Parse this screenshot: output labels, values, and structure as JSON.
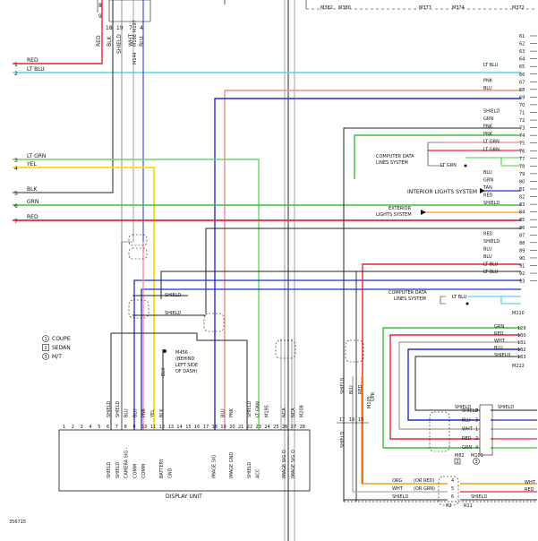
{
  "top_pins": [
    "8",
    "9"
  ],
  "top_wire_labels": [
    {
      "text": "RED"
    },
    {
      "text": "BLK"
    },
    {
      "text": "SHIELD"
    },
    {
      "text": "WHT"
    },
    {
      "text": "BLU"
    },
    {
      "text": "M197"
    },
    {
      "text": "M198"
    },
    {
      "text": "M144"
    }
  ],
  "top_connector_pins": [
    "18",
    "19",
    "7",
    "4"
  ],
  "top_right_connectors": [
    "M382",
    "M380",
    "M377",
    "M374",
    "M372"
  ],
  "left_pins": [
    {
      "num": "1",
      "label": "RED"
    },
    {
      "num": "2",
      "label": "LT BLU"
    },
    {
      "num": "3",
      "label": "LT GRN"
    },
    {
      "num": "4",
      "label": "YEL"
    },
    {
      "num": "5",
      "label": "BLK"
    },
    {
      "num": "6",
      "label": "GRN"
    },
    {
      "num": "7",
      "label": "RED"
    }
  ],
  "right_pins": [
    {
      "num": "61",
      "label": ""
    },
    {
      "num": "62",
      "label": ""
    },
    {
      "num": "63",
      "label": ""
    },
    {
      "num": "64",
      "label": ""
    },
    {
      "num": "65",
      "label": "LT BLU"
    },
    {
      "num": "66",
      "label": ""
    },
    {
      "num": "67",
      "label": "PNK"
    },
    {
      "num": "68",
      "label": "BLU"
    },
    {
      "num": "69",
      "label": ""
    },
    {
      "num": "70",
      "label": ""
    },
    {
      "num": "71",
      "label": "SHIELD"
    },
    {
      "num": "72",
      "label": "GRN"
    },
    {
      "num": "73",
      "label": "PNK"
    },
    {
      "num": "74",
      "label": "PNK"
    },
    {
      "num": "75",
      "label": "LT GRN"
    },
    {
      "num": "76",
      "label": "LT GRN"
    },
    {
      "num": "77",
      "label": ""
    },
    {
      "num": "78",
      "label": ""
    },
    {
      "num": "79",
      "label": "BLU"
    },
    {
      "num": "80",
      "label": "GRN"
    },
    {
      "num": "81",
      "label": "TAN"
    },
    {
      "num": "82",
      "label": "RED"
    },
    {
      "num": "83",
      "label": "SHIELD"
    },
    {
      "num": "84",
      "label": ""
    },
    {
      "num": "85",
      "label": ""
    },
    {
      "num": "86",
      "label": ""
    },
    {
      "num": "87",
      "label": "RED"
    },
    {
      "num": "88",
      "label": "SHIELD"
    },
    {
      "num": "89",
      "label": "BLU"
    },
    {
      "num": "90",
      "label": "BLU"
    },
    {
      "num": "91",
      "label": "LT BLU"
    },
    {
      "num": "92",
      "label": "LT BLU"
    },
    {
      "num": "93",
      "label": ""
    }
  ],
  "right_pins_lower": [
    {
      "num": "129",
      "label": "GRN"
    },
    {
      "num": "130",
      "label": "RED"
    },
    {
      "num": "131",
      "label": "WHT"
    },
    {
      "num": "132",
      "label": "BLU"
    },
    {
      "num": "133",
      "label": "SHIELD"
    }
  ],
  "systems": {
    "computer_data_1": "COMPUTER DATA LINES SYSTEM",
    "computer_data_1a": "COMPUTER DATA",
    "computer_data_1b": "LINES SYSTEM",
    "interior_lights": "INTERIOR LIGHTS SYSTEM",
    "exterior_1": "EXTERIOR",
    "exterior_2": "LIGHTS SYSTEM",
    "computer_data_2a": "COMPUTER DATA",
    "computer_data_2b": "LINES SYSTEM"
  },
  "lt_grn_label": "LT GRN",
  "lt_blu_label": "LT BLU",
  "connector_m210": "M210",
  "connector_m212": "M212",
  "legend": [
    {
      "sym": "1",
      "text": "COUPE"
    },
    {
      "sym": "2",
      "text": "SEDAN"
    },
    {
      "sym": "3",
      "text": "M/T"
    }
  ],
  "shield_labels": [
    "SHIELD",
    "SHIELD"
  ],
  "ground_note": [
    "M456",
    "(BEHIND",
    "LEFT SIDE",
    "OF DASH)"
  ],
  "ground_wire": "BLK",
  "display_unit": {
    "name": "DISPLAY UNIT",
    "pins": [
      "1",
      "2",
      "3",
      "4",
      "5",
      "6",
      "7",
      "8",
      "9",
      "10",
      "11",
      "12",
      "13",
      "14",
      "15",
      "16",
      "17",
      "18",
      "19",
      "20",
      "21",
      "22",
      "23",
      "24",
      "25",
      "26",
      "27",
      "28"
    ],
    "wire_labels": [
      {
        "text": "SHIELD"
      },
      {
        "text": "SHIELD"
      },
      {
        "text": "BLU"
      },
      {
        "text": "BLU"
      },
      {
        "text": "BLK"
      },
      {
        "text": "BLU"
      },
      {
        "text": "PNK"
      },
      {
        "text": "SHIELD"
      },
      {
        "text": "LT GRN"
      },
      {
        "text": "NCA"
      },
      {
        "text": "NCA"
      },
      {
        "text": "M195"
      },
      {
        "text": "M208"
      },
      {
        "text": "YEL"
      },
      {
        "text": "PNK"
      }
    ],
    "functions": [
      {
        "text": "SHIELD"
      },
      {
        "text": "SHIELD"
      },
      {
        "text": "CAMERA SIG -"
      },
      {
        "text": "COMM"
      },
      {
        "text": "COMM"
      },
      {
        "text": "BATTERY"
      },
      {
        "text": "GND"
      },
      {
        "text": "IMAGE SIG"
      },
      {
        "text": "IMAGE GND"
      },
      {
        "text": "SHIELD"
      },
      {
        "text": "ACC"
      },
      {
        "text": "IMAGE SIG O"
      },
      {
        "text": "IMAGE SIG O"
      }
    ]
  },
  "m105_labels": [
    "SHIELD",
    "BLU",
    "RED",
    "M105"
  ],
  "m105_pins": [
    "17",
    "16",
    "15"
  ],
  "m105_shield": "SHIELD",
  "camera_conn": {
    "shield_top": "SHIELD",
    "shield_top2": "SHIELD",
    "rows": [
      {
        "num": "7",
        "label": "SHIELD"
      },
      {
        "num": "3",
        "label": "BLU"
      },
      {
        "num": "1",
        "label": "WHT"
      },
      {
        "num": "2",
        "label": "RED"
      },
      {
        "num": "4",
        "label": "GRN"
      }
    ],
    "m82": "M82",
    "m101": "M101",
    "circ_a": "2",
    "circ_b": "3",
    "upr": "UPR",
    "wht_r": "WHT",
    "red_r": "RED"
  },
  "bottom_rows": [
    {
      "label": "ORG",
      "paren": "(OR RED)",
      "num": "4"
    },
    {
      "label": "WHT",
      "paren": "(OR GRN)",
      "num": "5"
    },
    {
      "label": "SHIELD",
      "paren": "",
      "num": "6"
    }
  ],
  "bottom_right_shield": "SHIELD",
  "bottom_conn": [
    "R2",
    "R11"
  ],
  "wht_right": "WHT",
  "red_right": "RED",
  "code": "356715",
  "colors": {
    "red": "#e8262a",
    "lt_blu": "#58d6e8",
    "pink": "#f4899a",
    "blue": "#1f2fc8",
    "green": "#37c23a",
    "lt_green": "#6fd26a",
    "yellow": "#f5e10a",
    "orange": "#f59a1e",
    "white_wire": "#9a9a9a",
    "black": "#222222"
  }
}
